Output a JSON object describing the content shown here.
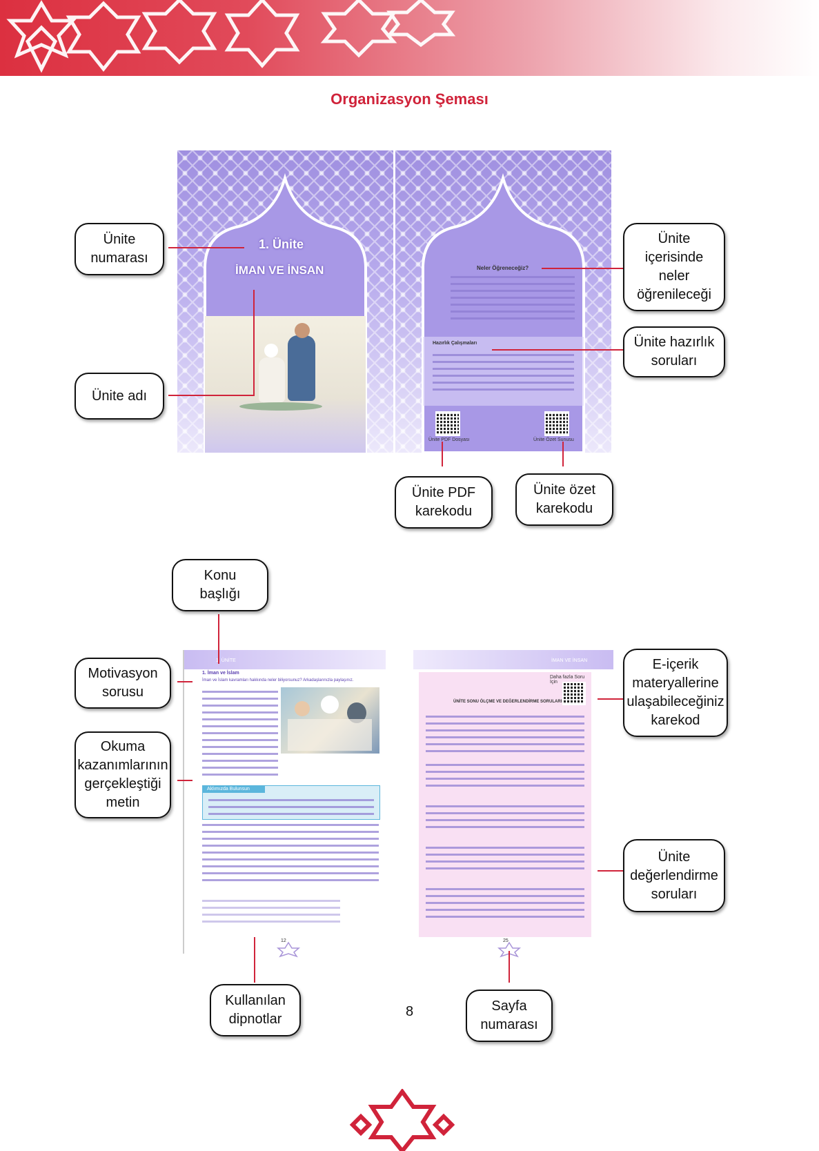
{
  "title": "Organizasyon Şeması",
  "page_number": "8",
  "spread1": {
    "unit_number": "1. Ünite",
    "unit_name": "İMAN VE İNSAN",
    "right_page_heading": "Neler Öğreneceğiz?",
    "prep_heading": "Hazırlık Çalışmaları",
    "qr_left_label": "Ünite PDF Dosyası",
    "qr_right_label": "Ünite Özet Sunusu"
  },
  "spread2": {
    "left_header": "1. ÜNİTE",
    "left_topic": "1. İman ve İslam",
    "left_question": "İman ve İslam kavramları hakkında neler biliyorsunuz? Arkadaşlarınızla paylaşınız.",
    "box_heading": "Aklımızda Bulunsun",
    "left_page_no": "12",
    "right_header": "İMAN VE İNSAN",
    "right_title": "ÜNİTE SONU ÖLÇME VE DEĞERLENDİRME SORULARI",
    "right_more": "Daha fazla Soru İçin",
    "right_page_no": "25"
  },
  "callouts": {
    "unite_numarasi": "Ünite\nnumarası",
    "unite_adi": "Ünite adı",
    "icerisinde": "Ünite\niçerisinde\nneler\nöğrenileceği",
    "hazirlik": "Ünite hazırlık\nsoruları",
    "pdf_karekod": "Ünite PDF\nkarekodu",
    "ozet_karekod": "Ünite özet\nkarekodu",
    "konu_basligi": "Konu\nbaşlığı",
    "motivasyon": "Motivasyon\nsorusu",
    "okuma": "Okuma\nkazanımlarının\ngerçekleştiği\nmetin",
    "e_icerik": "E-içerik\nmateryallerine\nulaşabileceğiniz\nkarekod",
    "degerlendirme": "Ünite\ndeğerlendirme\nsoruları",
    "dipnotlar": "Kullanılan\ndipnotlar",
    "sayfa_numarasi": "Sayfa\nnumarası"
  }
}
